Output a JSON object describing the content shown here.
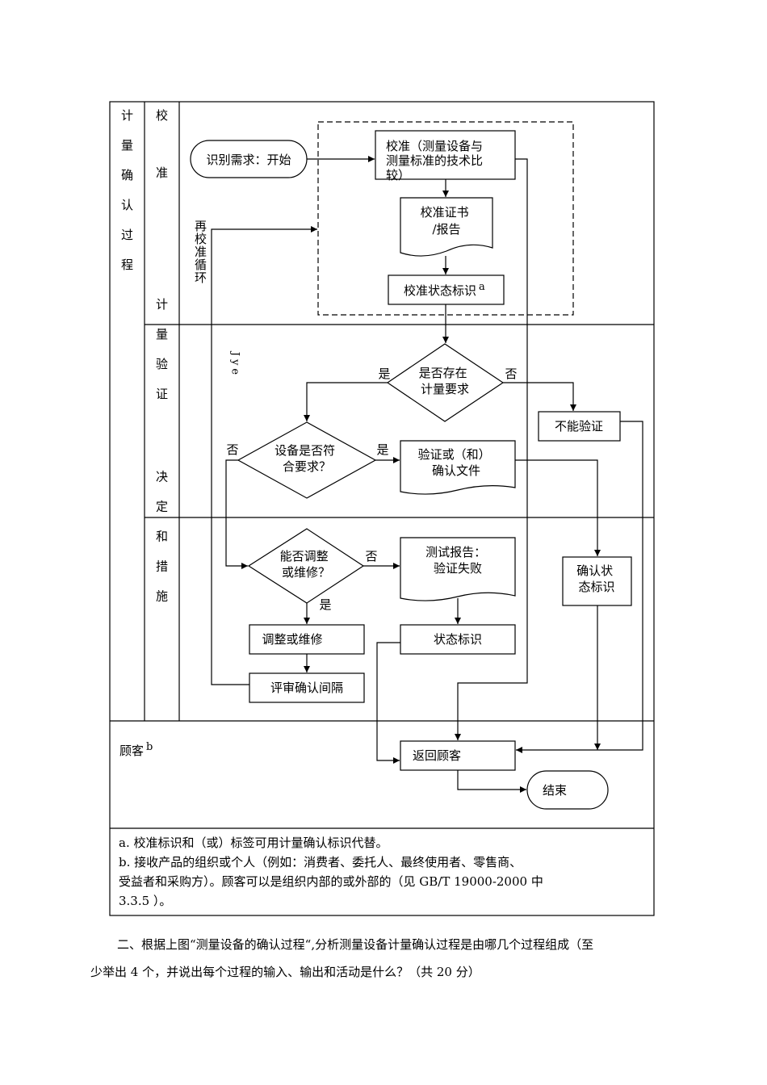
{
  "lanes": {
    "outer": "计量确认过程",
    "calibration": "校准",
    "verification": "计量验证",
    "decision": "决定和措施",
    "customer": "顾客",
    "customer_sup": "b"
  },
  "nodes": {
    "start": "识别需求：开始",
    "calibrate": [
      "校准（测量设备与",
      "测量标准的技术比",
      "较）"
    ],
    "certificate": [
      "校准证书",
      "/报告"
    ],
    "cal_status": "校准状态标识",
    "cal_status_sup": "a",
    "recal_loop": "再校准循环",
    "jye": "Jye",
    "has_req": [
      "是否存在",
      "计量要求"
    ],
    "cannot_verify": "不能验证",
    "meets_req": [
      "设备是否符",
      "合要求？"
    ],
    "verify_doc": [
      "验证或（和）",
      "确认文件"
    ],
    "can_adjust": [
      "能否调整",
      "或维修？"
    ],
    "test_report": [
      "测试报告：",
      "验证失败"
    ],
    "confirm_status": [
      "确认状",
      "态标识"
    ],
    "adjust": "调整或维修",
    "status_id": "状态标识",
    "review": "评审确认间隔",
    "return": "返回顾客",
    "end": "结束"
  },
  "labels": {
    "yes": "是",
    "no": "否"
  },
  "notes": [
    "a. 校准标识和（或）标签可用计量确认标识代替。",
    "b. 接收产品的组织或个人（例如：消费者、委托人、最终使用者、零售商、",
    "受益者和采购方）。顾客可以是组织内部的或外部的（见 GB/T 19000-2000 中",
    "3.3.5 ）。"
  ],
  "question": {
    "line1": "二、根据上图“测量设备的确认过程“,分析测量设备计量确认过程是由哪几个过程组成（至",
    "line2": "少举出 4 个，并说出每个过程的输入、输出和活动是什么？（共 20 分）"
  }
}
